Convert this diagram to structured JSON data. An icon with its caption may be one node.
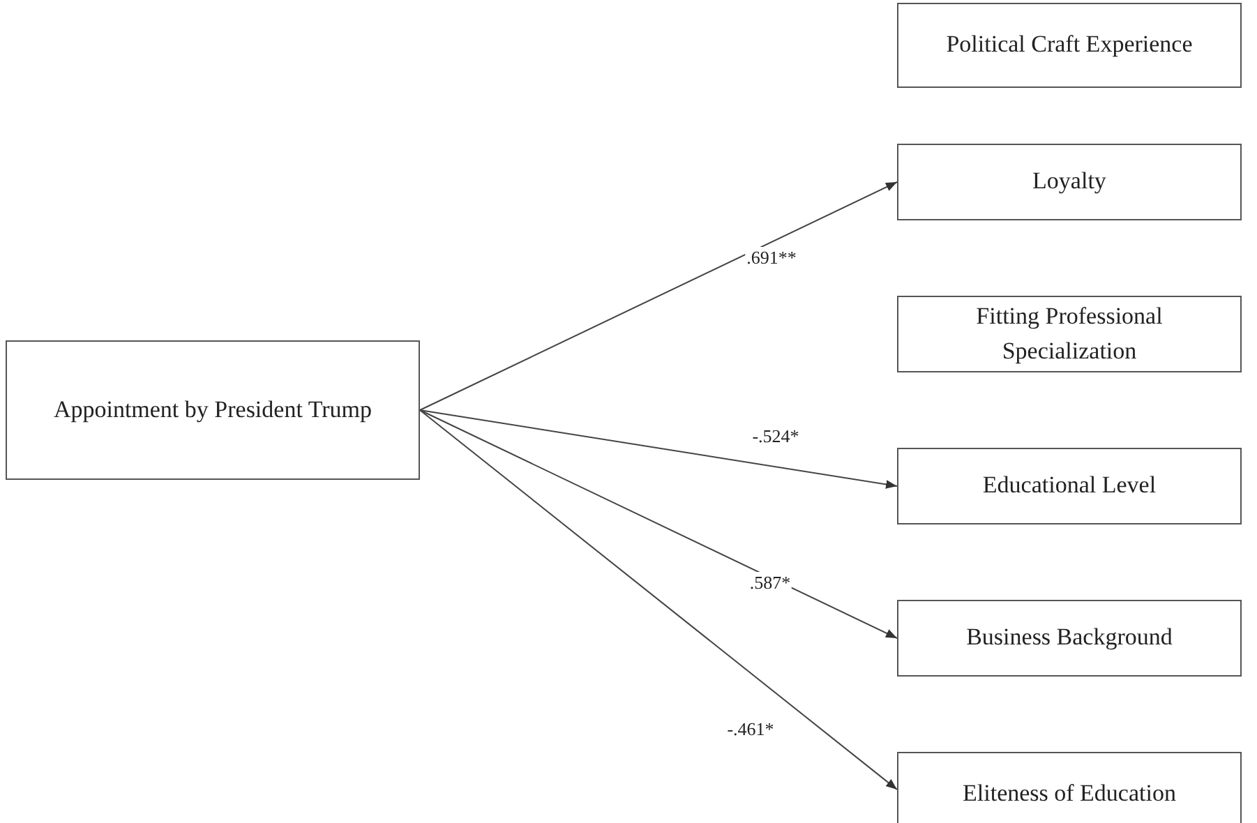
{
  "diagram": {
    "nodes": [
      {
        "text": [
          "Appointment by President Trump"
        ]
      },
      {
        "text": [
          "Political Craft Experience"
        ]
      },
      {
        "text": [
          "Loyalty"
        ]
      },
      {
        "text": [
          "Fitting Professional Specialization"
        ]
      },
      {
        "text": [
          "Educational Level"
        ]
      },
      {
        "text": [
          "Business Background"
        ]
      },
      {
        "text": [
          "Eliteness of Education"
        ]
      }
    ],
    "edges": [
      {
        "from": 0,
        "to": 2,
        "arrow": "to",
        "label": ".691**"
      },
      {
        "from": 0,
        "to": 4,
        "arrow": "to",
        "label": "-.524*"
      },
      {
        "from": 0,
        "to": 5,
        "arrow": "to",
        "label": ".587*"
      },
      {
        "from": 0,
        "to": 6,
        "arrow": "to",
        "label": "-.461*"
      }
    ]
  }
}
